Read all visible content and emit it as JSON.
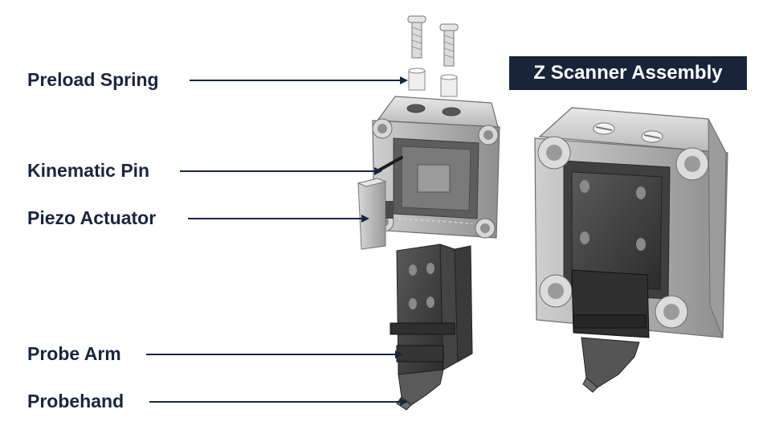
{
  "title": "Z Scanner Assembly",
  "callouts": [
    {
      "id": "preload-spring",
      "label": "Preload Spring"
    },
    {
      "id": "kinematic-pin",
      "label": "Kinematic Pin"
    },
    {
      "id": "piezo-actuator",
      "label": "Piezo Actuator"
    },
    {
      "id": "probe-arm",
      "label": "Probe Arm"
    },
    {
      "id": "probehand",
      "label": "Probehand"
    }
  ],
  "colors": {
    "label_text": "#1a2540",
    "title_bg": "#19233a",
    "title_text": "#ffffff",
    "housing_light": "#d9d9d9",
    "housing_dark": "#3c3c3c"
  }
}
